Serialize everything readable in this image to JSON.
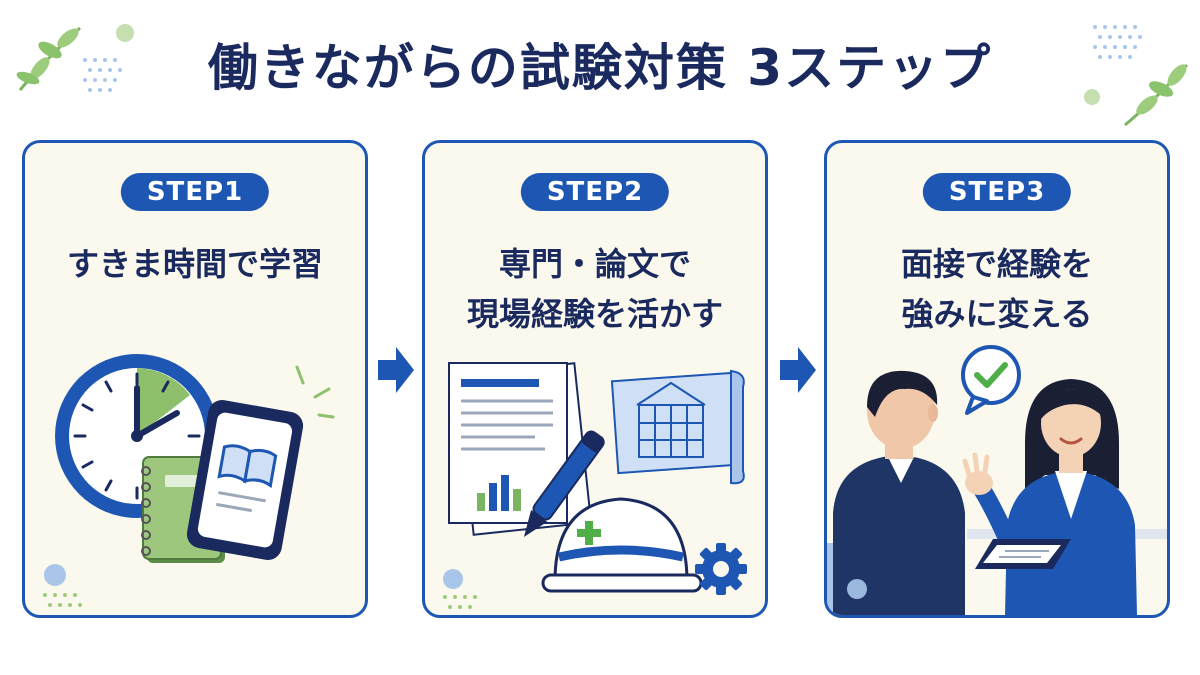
{
  "title": "働きながらの試験対策 3ステップ",
  "colors": {
    "primary": "#1d57b3",
    "navy": "#1a2a5e",
    "card_bg": "#fbf9ee",
    "leaf_green": "#7cb561"
  },
  "steps": [
    {
      "badge": "STEP1",
      "lines": [
        "すきま時間で学習"
      ],
      "icons": [
        "clock-icon",
        "notebook-icon",
        "smartphone-icon",
        "open-book-icon"
      ]
    },
    {
      "badge": "STEP2",
      "lines": [
        "専門・論文で",
        "現場経験を活かす"
      ],
      "icons": [
        "document-icon",
        "bar-chart-icon",
        "pen-icon",
        "blueprint-icon",
        "hard-hat-icon",
        "gear-icon"
      ]
    },
    {
      "badge": "STEP3",
      "lines": [
        "面接で経験を",
        "強みに変える"
      ],
      "icons": [
        "interviewer-icon",
        "applicant-icon",
        "checkmark-bubble-icon",
        "tablet-icon"
      ]
    }
  ]
}
